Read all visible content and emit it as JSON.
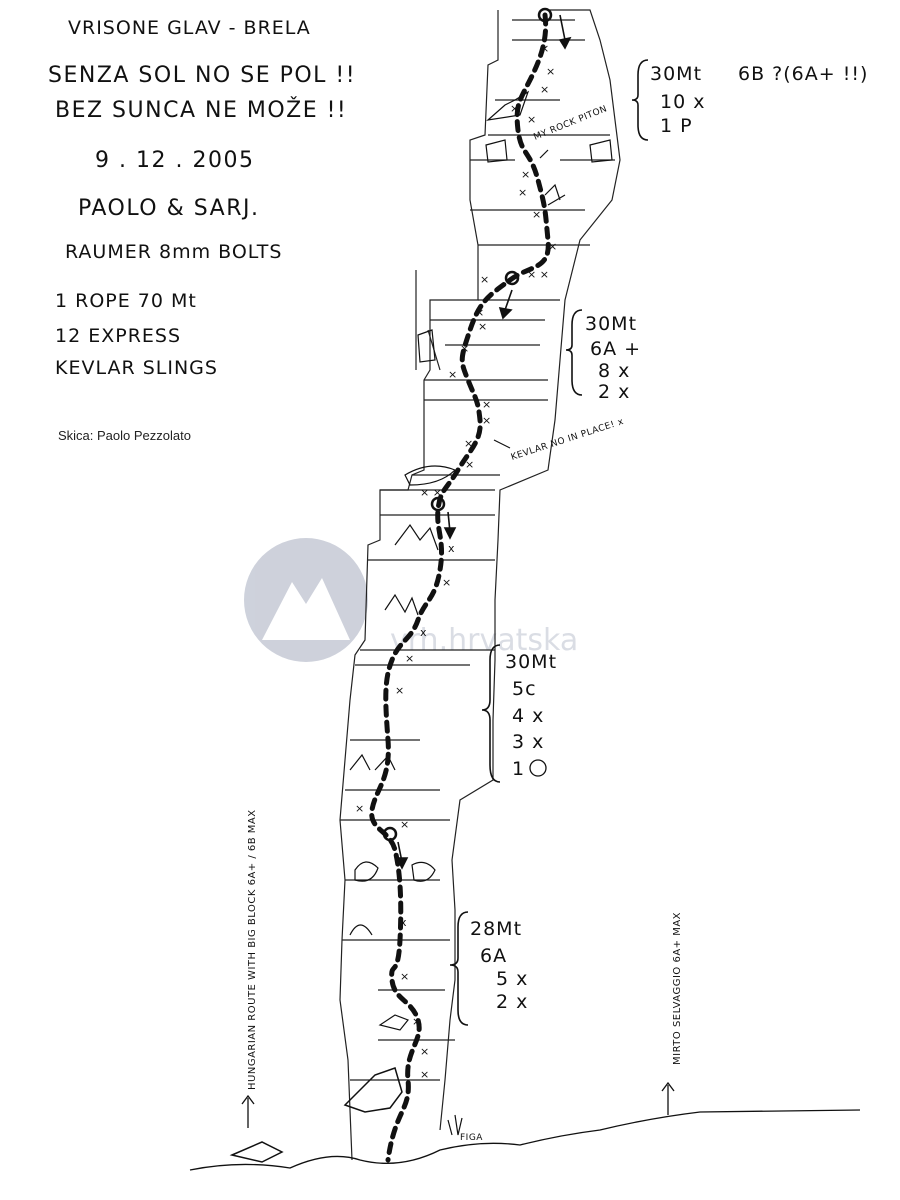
{
  "header": {
    "title": "VRISONE GLAV - BRELA",
    "route_line1": "SENZA SOL NO SE POL !!",
    "route_line2": "BEZ SUNCA NE MOŽE !!",
    "date": "9 . 12 . 2005",
    "authors": "PAOLO & SARJ.",
    "bolts": "RAUMER 8mm BOLTS"
  },
  "gear": {
    "rope": "1 ROPE 70 Mt",
    "express": "12 EXPRESS",
    "slings": "KEVLAR SLINGS"
  },
  "credit": "Skica: Paolo Pezzolato",
  "watermark": {
    "text": "vrh.hrvatska",
    "color": "#c9cdd8",
    "icon": "mountain-logo"
  },
  "pitches": [
    {
      "length": "30Mt",
      "grade": "6B ?(6A+ !!)",
      "bolts": "10 x",
      "pitons": "1 P"
    },
    {
      "length": "30Mt",
      "grade": "6A +",
      "bolts": "8 x",
      "slings": "2 x"
    },
    {
      "length": "30Mt",
      "grade": "5c",
      "bolts": "4 x",
      "slings": "3 x",
      "trees": "1 tree"
    },
    {
      "length": "28Mt",
      "grade": "6A",
      "bolts": "5 x",
      "slings": "2 x"
    }
  ],
  "annotations": {
    "piton": "MY ROCK PITON",
    "kevlar": "KEVLAR NO IN PLACE! x",
    "figa": "FIGA"
  },
  "side_routes": {
    "left": "HUNGARIAN ROUTE WITH BIG BLOCK    6A+ / 6B MAX",
    "right": "MIRTO SELVAGGIO    6A+ MAX"
  }
}
